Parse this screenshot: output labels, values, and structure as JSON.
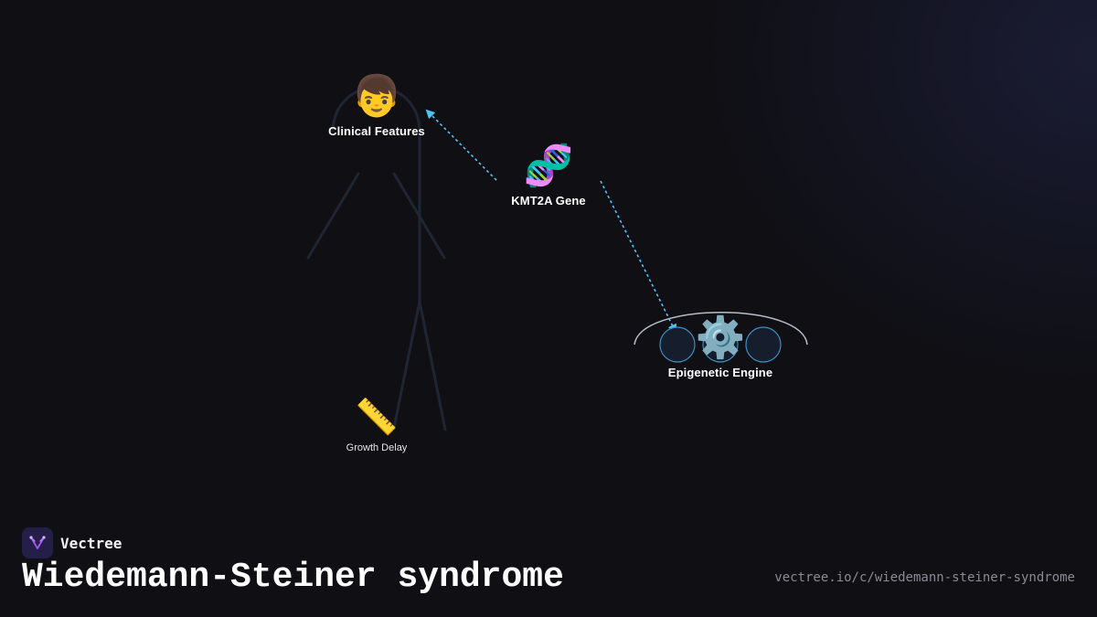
{
  "nodes": {
    "clinical": {
      "emoji": "👦",
      "label": "Clinical Features",
      "icon": "boy-face-icon"
    },
    "gene": {
      "emoji": "🧬",
      "label": "KMT2A Gene",
      "icon": "dna-icon"
    },
    "engine": {
      "emoji": "⚙️",
      "label": "Epigenetic Engine",
      "icon": "gear-icon"
    },
    "growth": {
      "emoji": "📏",
      "label": "Growth Delay",
      "icon": "ruler-icon"
    }
  },
  "brand": {
    "name": "Vectree"
  },
  "title": "Wiedemann-Steiner syndrome",
  "url": "vectree.io/c/wiedemann-steiner-syndrome",
  "colors": {
    "background": "#0f0f14",
    "arrow": "#4fc3f7",
    "figure": "#1e2530",
    "text": "#ffffff"
  }
}
